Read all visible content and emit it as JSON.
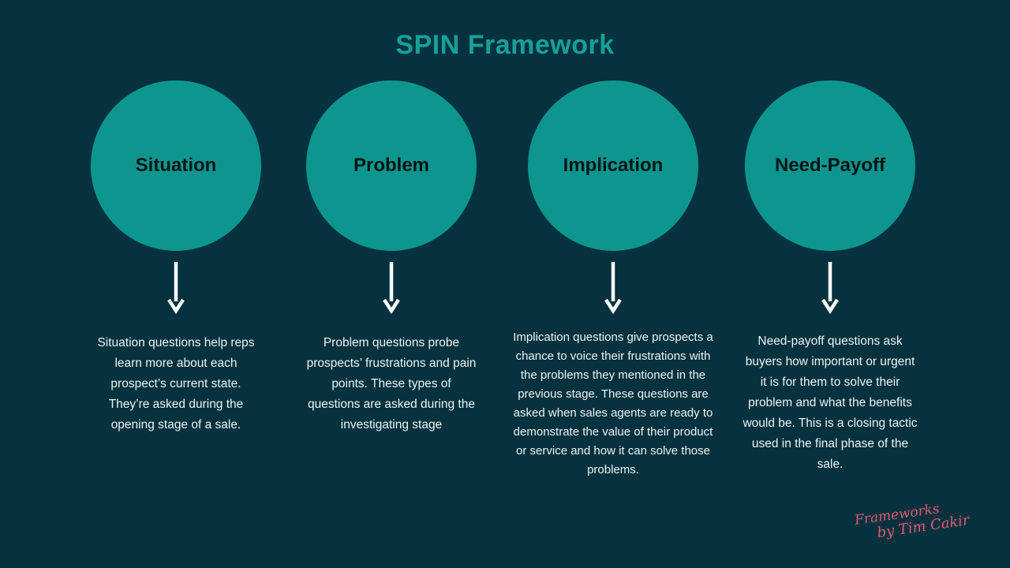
{
  "title": "SPIN Framework",
  "colors": {
    "background": "#05323e",
    "circle": "#0c968f",
    "title": "#16a09a",
    "text": "#eef2f2",
    "circle-label": "#051414",
    "arrow": "#ffffff",
    "signature": "#e25a6d"
  },
  "stages": [
    {
      "label": "Situation",
      "description": "Situation questions help reps learn more about each prospect’s current state. They’re asked during the opening stage of a sale."
    },
    {
      "label": "Problem",
      "description": "Problem questions probe prospects’ frustrations and pain points. These types of questions are asked during the investigating stage"
    },
    {
      "label": "Implication",
      "description": "Implication questions give prospects a chance to voice their frustrations with the problems they mentioned in the previous stage. These questions are asked when sales agents are ready to demonstrate the value of their product or service and how it can solve those problems."
    },
    {
      "label": "Need-Payoff",
      "description": "Need-payoff questions ask buyers how important or urgent it is for them to solve their problem and what the benefits would be. This is a closing tactic used in the final phase of the sale."
    }
  ],
  "signature": {
    "line1": "Frameworks",
    "line2": "by Tim Cakir"
  }
}
